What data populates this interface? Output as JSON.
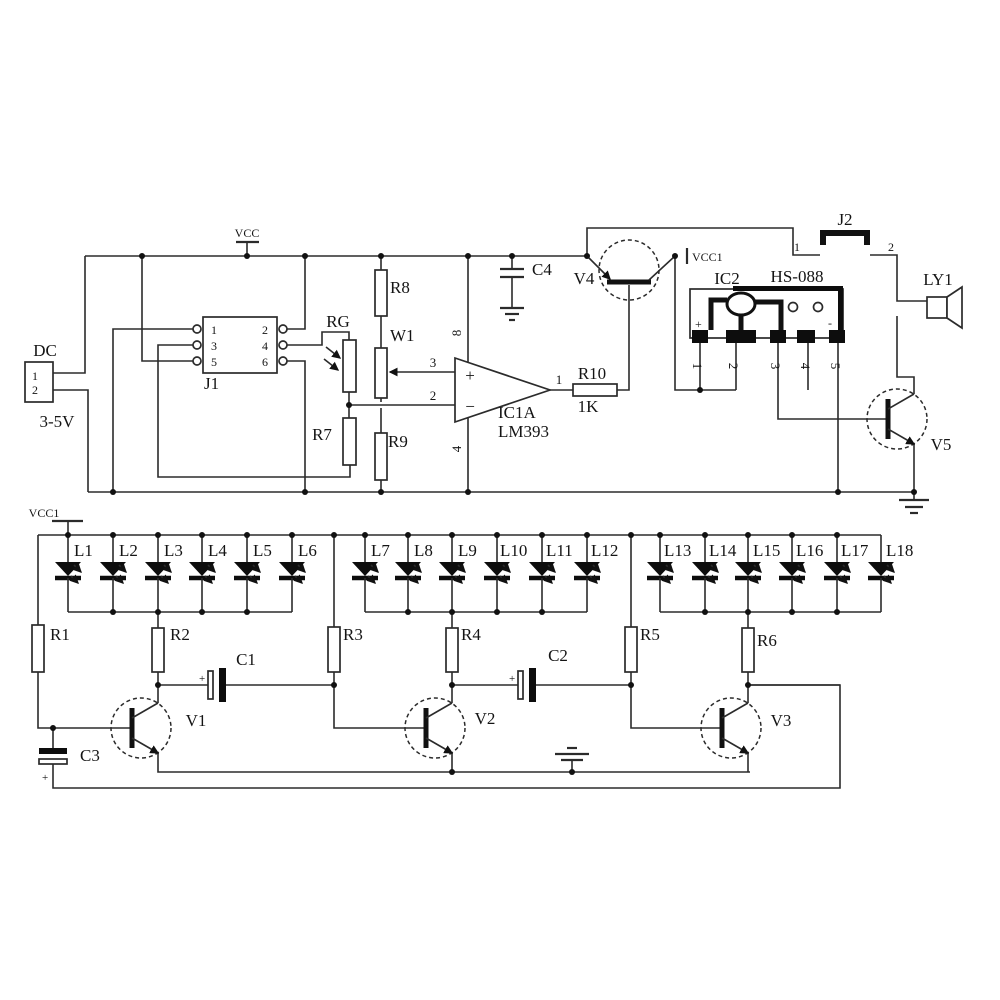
{
  "schematic": {
    "power": {
      "vcc": "VCC",
      "vcc1_top": "VCC1",
      "vcc1_bottom": "VCC1"
    },
    "dc": {
      "label": "DC",
      "pin1": "1",
      "pin2": "2",
      "voltage": "3-5V"
    },
    "j1": {
      "label": "J1",
      "pin1": "1",
      "pin2": "2",
      "pin3": "3",
      "pin4": "4",
      "pin5": "5",
      "pin6": "6"
    },
    "resistors": {
      "rg": "RG",
      "r7": "R7",
      "r8": "R8",
      "r9": "R9",
      "w1": "W1",
      "r10": "R10",
      "r10_value": "1K",
      "r1": "R1",
      "r2": "R2",
      "r3": "R3",
      "r4": "R4",
      "r5": "R5",
      "r6": "R6"
    },
    "opamp": {
      "name": "IC1A",
      "part": "LM393",
      "pin_output": "1",
      "pin_noninv": "3",
      "pin_inv": "2",
      "pin_supply": "8",
      "pin_ground": "4",
      "plus_sign": "+",
      "minus_sign": "−"
    },
    "capacitors": {
      "c1": "C1",
      "c2": "C2",
      "c3": "C3",
      "c4": "C4",
      "polarity_plus": "+"
    },
    "transistors": {
      "v1": "V1",
      "v2": "V2",
      "v3": "V3",
      "v4": "V4",
      "v5": "V5"
    },
    "ic2": {
      "label": "IC2",
      "part": "HS-088",
      "pin1": "1",
      "pin2": "2",
      "pin3": "3",
      "pin4": "4",
      "pin5": "5",
      "plus": "+",
      "minus": "-"
    },
    "j2": {
      "label": "J2",
      "pin1": "1",
      "pin2": "2"
    },
    "speaker": {
      "label": "LY1"
    },
    "leds": {
      "l1": "L1",
      "l2": "L2",
      "l3": "L3",
      "l4": "L4",
      "l5": "L5",
      "l6": "L6",
      "l7": "L7",
      "l8": "L8",
      "l9": "L9",
      "l10": "L10",
      "l11": "L11",
      "l12": "L12",
      "l13": "L13",
      "l14": "L14",
      "l15": "L15",
      "l16": "L16",
      "l17": "L17",
      "l18": "L18"
    }
  }
}
